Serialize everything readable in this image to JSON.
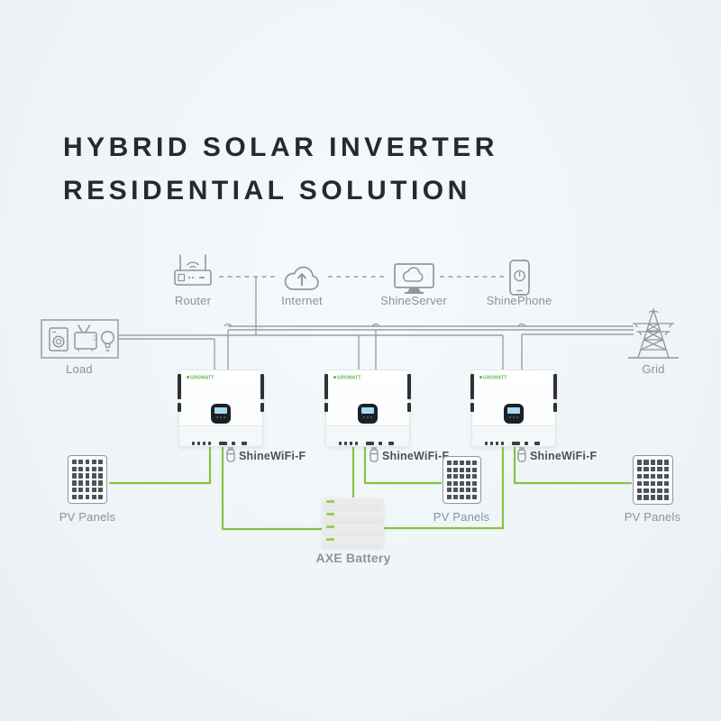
{
  "title": {
    "line1": "HYBRID SOLAR INVERTER",
    "line2": "RESIDENTIAL SOLUTION"
  },
  "top_row": [
    {
      "label": "Router",
      "icon": "router-icon"
    },
    {
      "label": "Internet",
      "icon": "cloud-arrow-icon"
    },
    {
      "label": "ShineServer",
      "icon": "monitor-cloud-icon"
    },
    {
      "label": "ShinePhone",
      "icon": "smartphone-icon"
    }
  ],
  "labels": {
    "load": "Load",
    "grid": "Grid",
    "pv_panels": "PV Panels",
    "battery": "AXE Battery",
    "shinewifi": "ShineWiFi-F",
    "inverter_brand": "GROWATT"
  },
  "diagram": {
    "inverter_count": 3,
    "pv_array_count": 3,
    "battery_module_count": 4,
    "connections": {
      "comm_dashed": [
        "Router - Internet",
        "Internet - ShineServer",
        "ShineServer - ShinePhone"
      ],
      "ac_gray": [
        "Load - inverters AC bus",
        "Inverters - Grid bus"
      ],
      "dc_green": [
        "PV Panels - each inverter",
        "Inverters - AXE Battery"
      ]
    }
  },
  "colors": {
    "background": "#eef4f7",
    "wire_gray": "#9aa2a9",
    "wire_green": "#85c440",
    "label_gray": "#8b929a",
    "shinewifi_text": "#49525b",
    "title_text": "#26292d",
    "inverter_dark": "#2d3237",
    "lcd_blue": "#a9d9f1",
    "brand_green": "#57b947",
    "battery_fill": "#e9eae8"
  }
}
